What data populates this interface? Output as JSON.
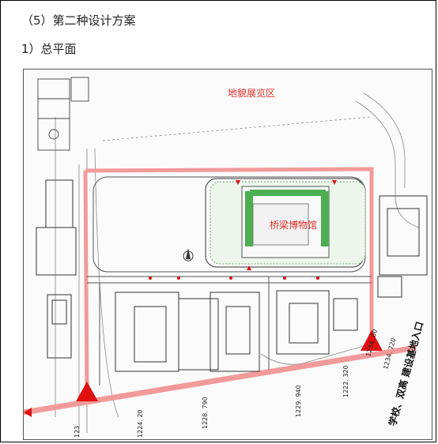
{
  "document": {
    "section_heading": "（5）第二种设计方案",
    "subsection_heading": "1）总平面"
  },
  "site_plan": {
    "zone_label_north": "地貌展览区",
    "building_label": "桥梁博物馆",
    "elevations": {
      "e1": "1234. 720",
      "e2": "1229. 940",
      "e3": "1228. 790",
      "e4": "1224. 20",
      "e5": "1222. 320",
      "e6": "1234. 00",
      "e7": "123"
    },
    "road_sign": "学校、双高  建设基地入口",
    "colors": {
      "boundary": "#f29a9a",
      "arrow": "#e01010",
      "grass": "#4caf50",
      "label": "#e0302a",
      "linework": "#333333"
    }
  }
}
